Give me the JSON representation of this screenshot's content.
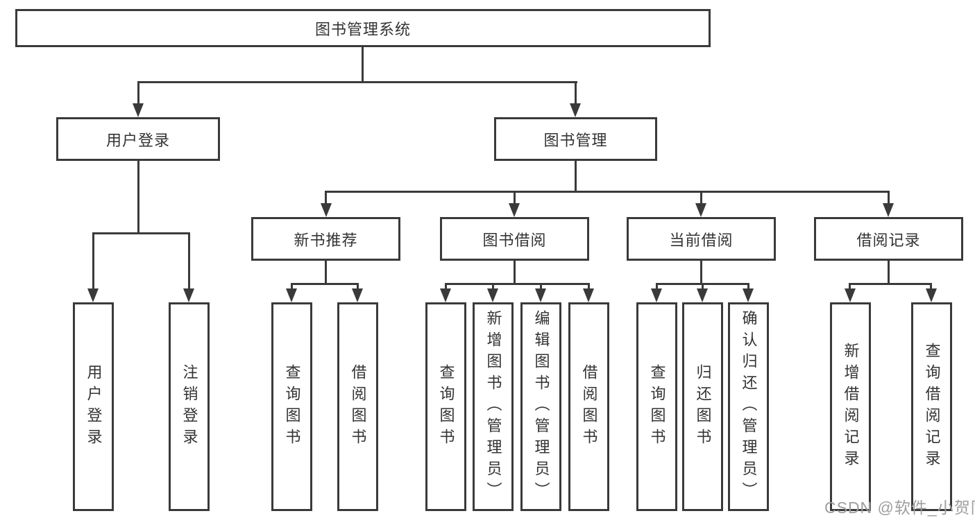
{
  "page": {
    "watermark": "CSDN @软件_小贺同学",
    "colors": {
      "background": "#ffffff",
      "line": "#3a3a3a",
      "text": "#333333",
      "watermark": "#9e9e9e"
    }
  },
  "tree": {
    "root": {
      "label": "图书管理系统"
    },
    "children": [
      {
        "label": "用户登录",
        "children": [
          {
            "label": "用户登录"
          },
          {
            "label": "注销登录"
          }
        ]
      },
      {
        "label": "图书管理",
        "children": [
          {
            "label": "新书推荐",
            "children": [
              {
                "label": "查询图书"
              },
              {
                "label": "借阅图书"
              }
            ]
          },
          {
            "label": "图书借阅",
            "children": [
              {
                "label": "查询图书"
              },
              {
                "label": "新增图书（管理员）"
              },
              {
                "label": "编辑图书（管理员）"
              },
              {
                "label": "借阅图书"
              }
            ]
          },
          {
            "label": "当前借阅",
            "children": [
              {
                "label": "查询图书"
              },
              {
                "label": "归还图书"
              },
              {
                "label": "确认归还（管理员）"
              }
            ]
          },
          {
            "label": "借阅记录",
            "children": [
              {
                "label": "新增借阅记录"
              },
              {
                "label": "查询借阅记录"
              }
            ]
          }
        ]
      }
    ]
  }
}
